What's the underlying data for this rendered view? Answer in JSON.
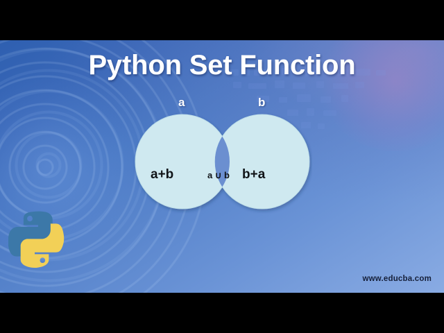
{
  "slide": {
    "title": "Python Set Function",
    "watermark": "www.educba.com",
    "background": {
      "color_start": "#2e5fb0",
      "color_end": "#89abe3",
      "accent_violet": "#af82c3"
    }
  },
  "venn": {
    "label_a": "a",
    "label_b": "b",
    "left_region": "a+b",
    "intersection_region": "a ∪ b",
    "right_region": "b+a",
    "circle_fill": "#cfe9f0",
    "intersection_fill": "#6b8fd0",
    "circle_stroke": "#b4d7e2"
  },
  "logo": {
    "name": "python-logo",
    "top_color": "#3c78a8",
    "bottom_color": "#f2d057"
  },
  "chart_data": {
    "type": "diagram",
    "diagram_type": "venn",
    "title": "Python Set Function",
    "sets": [
      {
        "name": "a",
        "label": "a",
        "region_label": "a+b"
      },
      {
        "name": "b",
        "label": "b",
        "region_label": "b+a"
      }
    ],
    "intersection": {
      "label": "a ∪ b"
    },
    "legend": []
  }
}
